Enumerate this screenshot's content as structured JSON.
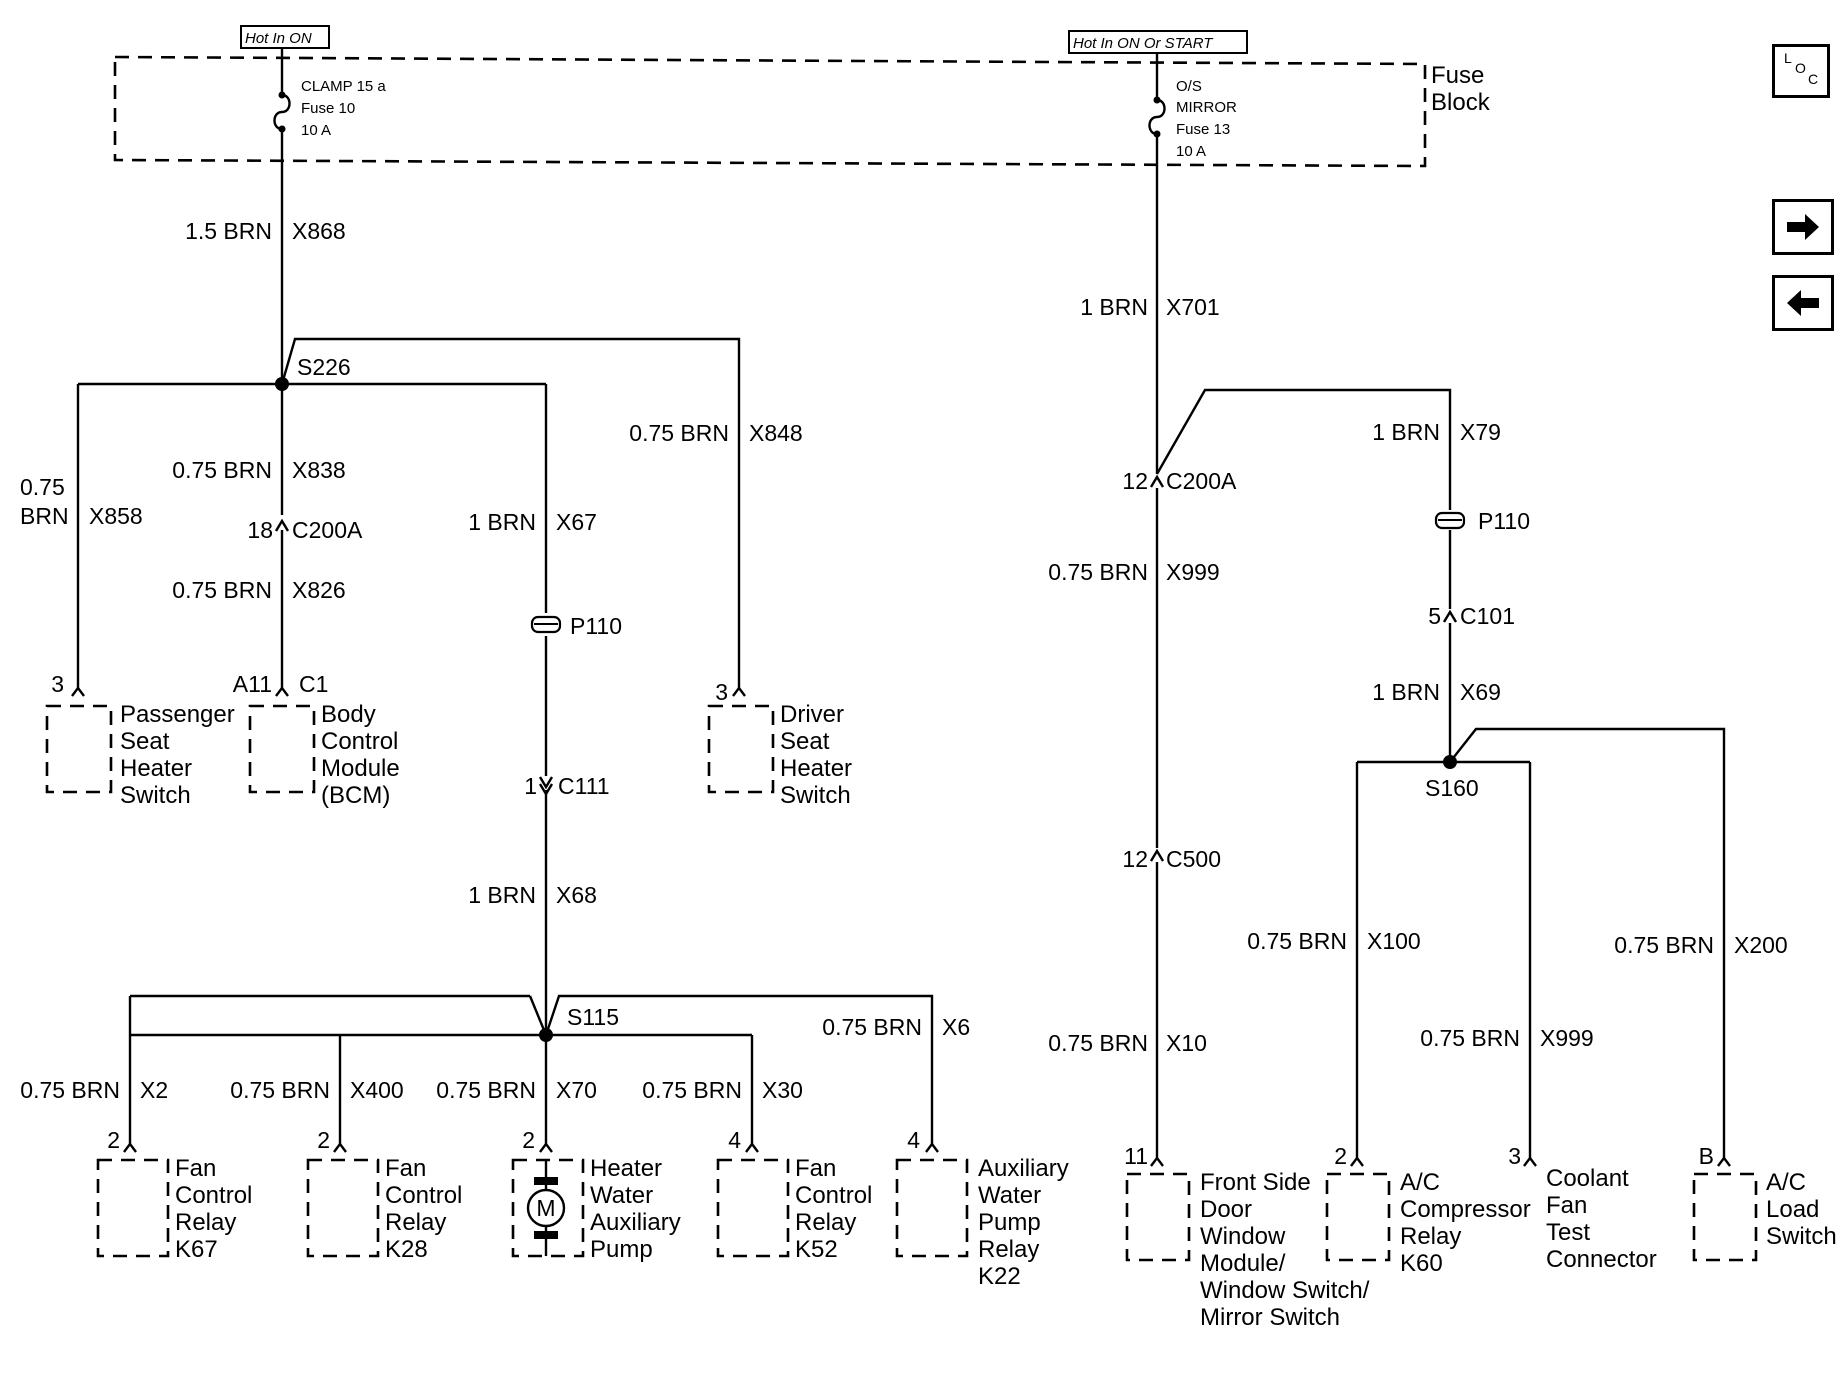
{
  "header": {
    "hot_left": "Hot In ON",
    "hot_right": "Hot In ON Or START",
    "fuse_block": [
      "Fuse",
      "Block"
    ],
    "fuse_left": [
      "CLAMP 15 a",
      "Fuse 10",
      "10 A"
    ],
    "fuse_right": [
      "O/S",
      "MIRROR",
      "Fuse 13",
      "10 A"
    ]
  },
  "nav": {
    "loc_letters": [
      "L",
      "O",
      "C"
    ],
    "next_icon": "arrow-right-icon",
    "prev_icon": "arrow-left-icon"
  },
  "wires": {
    "x868": [
      "1.5 BRN",
      "X868"
    ],
    "x858": [
      "0.75",
      "BRN",
      "X858"
    ],
    "x838": [
      "0.75 BRN",
      "X838"
    ],
    "x826": [
      "0.75 BRN",
      "X826"
    ],
    "x67": [
      "1 BRN",
      "X67"
    ],
    "x848": [
      "0.75 BRN",
      "X848"
    ],
    "x68": [
      "1 BRN",
      "X68"
    ],
    "x6": [
      "0.75 BRN",
      "X6"
    ],
    "x2": [
      "0.75 BRN",
      "X2"
    ],
    "x400": [
      "0.75 BRN",
      "X400"
    ],
    "x70": [
      "0.75 BRN",
      "X70"
    ],
    "x30": [
      "0.75 BRN",
      "X30"
    ],
    "x701": [
      "1 BRN",
      "X701"
    ],
    "x79": [
      "1 BRN",
      "X79"
    ],
    "x999a": [
      "0.75 BRN",
      "X999"
    ],
    "x69": [
      "1 BRN",
      "X69"
    ],
    "x100": [
      "0.75 BRN",
      "X100"
    ],
    "x200": [
      "0.75 BRN",
      "X200"
    ],
    "x10": [
      "0.75 BRN",
      "X10"
    ],
    "x999b": [
      "0.75 BRN",
      "X999"
    ]
  },
  "splices": {
    "s226": "S226",
    "s115": "S115",
    "s160": "S160"
  },
  "connectors": {
    "c200a_left": [
      "18",
      "C200A"
    ],
    "p110_left": "P110",
    "c111": [
      "1",
      "C111"
    ],
    "c200a_right": [
      "12",
      "C200A"
    ],
    "p110_right": "P110",
    "c101": [
      "5",
      "C101"
    ],
    "c500": [
      "12",
      "C500"
    ]
  },
  "components": [
    {
      "pin": "3",
      "lines": [
        "Passenger",
        "Seat",
        "Heater",
        "Switch"
      ]
    },
    {
      "pin": "A11",
      "pin2": "C1",
      "lines": [
        "Body",
        "Control",
        "Module",
        "(BCM)"
      ]
    },
    {
      "pin": "3",
      "lines": [
        "Driver",
        "Seat",
        "Heater",
        "Switch"
      ]
    },
    {
      "pin": "2",
      "lines": [
        "Fan",
        "Control",
        "Relay",
        "K67"
      ]
    },
    {
      "pin": "2",
      "lines": [
        "Fan",
        "Control",
        "Relay",
        "K28"
      ]
    },
    {
      "pin": "2",
      "lines": [
        "Heater",
        "Water",
        "Auxiliary",
        "Pump"
      ],
      "motor": "M"
    },
    {
      "pin": "4",
      "lines": [
        "Fan",
        "Control",
        "Relay",
        "K52"
      ]
    },
    {
      "pin": "4",
      "lines": [
        "Auxiliary",
        "Water",
        "Pump",
        "Relay",
        "K22"
      ]
    },
    {
      "pin": "11",
      "lines": [
        "Front Side",
        "Door",
        "Window",
        "Module/",
        "Window Switch/",
        "Mirror Switch"
      ]
    },
    {
      "pin": "2",
      "lines": [
        "A/C",
        "Compressor",
        "Relay",
        "K60"
      ]
    },
    {
      "pin": "3",
      "lines": [
        "Coolant",
        "Fan",
        "Test",
        "Connector"
      ]
    },
    {
      "pin": "B",
      "lines": [
        "A/C",
        "Load",
        "Switch"
      ]
    }
  ]
}
